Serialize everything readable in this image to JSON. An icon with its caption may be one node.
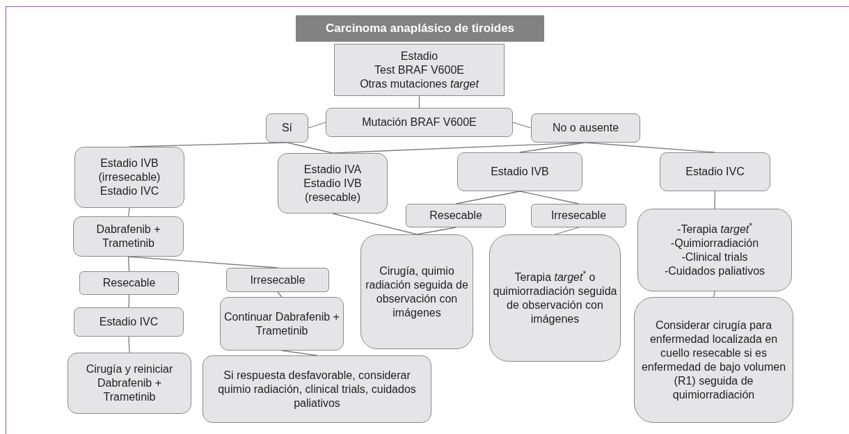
{
  "diagram": {
    "title": "Carcinoma anaplásico de tiroides",
    "nodes": [
      {
        "text": [
          "Estadio",
          "Test BRAF V600E",
          "Otras mutaciones *target*"
        ]
      },
      {
        "text": [
          "Mutación BRAF V600E"
        ]
      },
      {
        "text": [
          "Sí"
        ]
      },
      {
        "text": [
          "No o ausente"
        ]
      },
      {
        "text": [
          "Estadio IVB (irresecable)",
          "Estadio IVC"
        ]
      },
      {
        "text": [
          "Estadio IVA",
          "Estadio IVB (resecable)"
        ]
      },
      {
        "text": [
          "Estadio IVB"
        ]
      },
      {
        "text": [
          "Estadio IVC"
        ]
      },
      {
        "text": [
          "Resecable"
        ]
      },
      {
        "text": [
          "Irresecable"
        ]
      },
      {
        "text": [
          "-Terapia *target*$^{*}$",
          "-Quimiorradiación",
          "-Clinical trials",
          "-Cuidados paliativos"
        ]
      },
      {
        "text": [
          "Dabrafenib + Trametinib"
        ]
      },
      {
        "text": [
          "Cirugía, quimio radiación seguida de observación con imágenes"
        ]
      },
      {
        "text": [
          "Terapia *target*$^{*}$ o quimiorradiación seguida de observación con imágenes"
        ]
      },
      {
        "text": [
          "Irresecable"
        ]
      },
      {
        "text": [
          "Resecable"
        ]
      },
      {
        "text": [
          "Continuar Dabrafenib + Trametinib"
        ]
      },
      {
        "text": [
          "Considerar cirugía para enfermedad localizada en cuello resecable si es enfermedad de bajo volumen (R1) seguida de quimiorradiación"
        ]
      },
      {
        "text": [
          "Estadio IVC"
        ]
      },
      {
        "text": [
          "Cirugía y reiniciar Dabrafenib + Trametinib"
        ]
      },
      {
        "text": [
          "Si respuesta desfavorable, considerar quimio radiación, clinical trials, cuidados paliativos"
        ]
      }
    ],
    "edges": [
      {
        "from": 0,
        "to": 1,
        "arrow": "none"
      },
      {
        "from": 1,
        "to": 2,
        "arrow": "none"
      },
      {
        "from": 1,
        "to": 3,
        "arrow": "none"
      },
      {
        "from": 2,
        "to": 4,
        "arrow": "none"
      },
      {
        "from": 2,
        "to": 5,
        "arrow": "none"
      },
      {
        "from": 3,
        "to": 5,
        "arrow": "none"
      },
      {
        "from": 3,
        "to": 6,
        "arrow": "none"
      },
      {
        "from": 3,
        "to": 7,
        "arrow": "none"
      },
      {
        "from": 6,
        "to": 8,
        "arrow": "none"
      },
      {
        "from": 6,
        "to": 9,
        "arrow": "none"
      },
      {
        "from": 7,
        "to": 10,
        "arrow": "none"
      },
      {
        "from": 4,
        "to": 11,
        "arrow": "none"
      },
      {
        "from": 5,
        "to": 12,
        "arrow": "none"
      },
      {
        "from": 8,
        "to": 12,
        "arrow": "none"
      },
      {
        "from": 9,
        "to": 13,
        "arrow": "none"
      },
      {
        "from": 11,
        "to": 15,
        "arrow": "none"
      },
      {
        "from": 11,
        "to": 14,
        "arrow": "none"
      },
      {
        "from": 14,
        "to": 16,
        "arrow": "none"
      },
      {
        "from": 10,
        "to": 17,
        "arrow": "none"
      },
      {
        "from": 15,
        "to": 18,
        "arrow": "none"
      },
      {
        "from": 18,
        "to": 19,
        "arrow": "none"
      },
      {
        "from": 16,
        "to": 20,
        "arrow": "none"
      }
    ]
  }
}
